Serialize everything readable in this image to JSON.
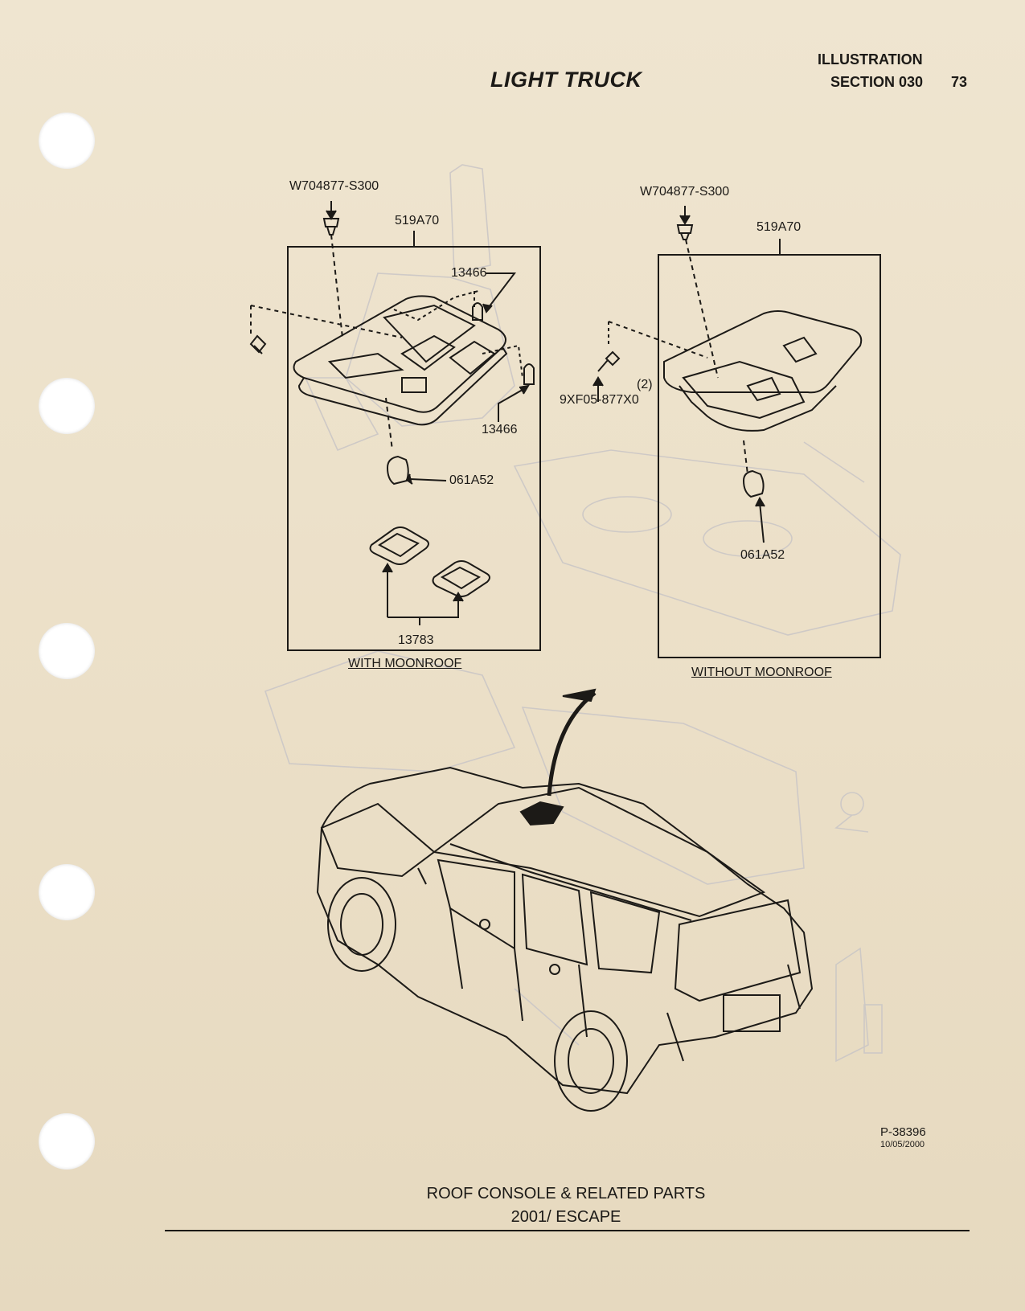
{
  "header": {
    "title": "LIGHT TRUCK",
    "illustration": "ILLUSTRATION",
    "section": "SECTION 030",
    "page_number": "73"
  },
  "panels": {
    "with_moonroof": {
      "caption": "WITH MOONROOF",
      "screw": "W704877-S300",
      "console": "519A70",
      "bulb_top": "13466",
      "bulb_bottom": "13466",
      "lens": "061A52",
      "map_lamp": "13783"
    },
    "without_moonroof": {
      "caption": "WITHOUT MOONROOF",
      "screw": "W704877-S300",
      "console": "519A70",
      "fastener": "9XF05-877X0",
      "fastener_qty": "(2)",
      "lens": "061A52"
    }
  },
  "reference": {
    "code": "P-38396",
    "date": "10/05/2000"
  },
  "footer": {
    "title": "ROOF CONSOLE & RELATED PARTS",
    "subtitle": "2001/ ESCAPE"
  },
  "colors": {
    "paper": "#eee3cd",
    "ink": "#1c1a17",
    "ghost_ink": "#c9c6c6"
  }
}
